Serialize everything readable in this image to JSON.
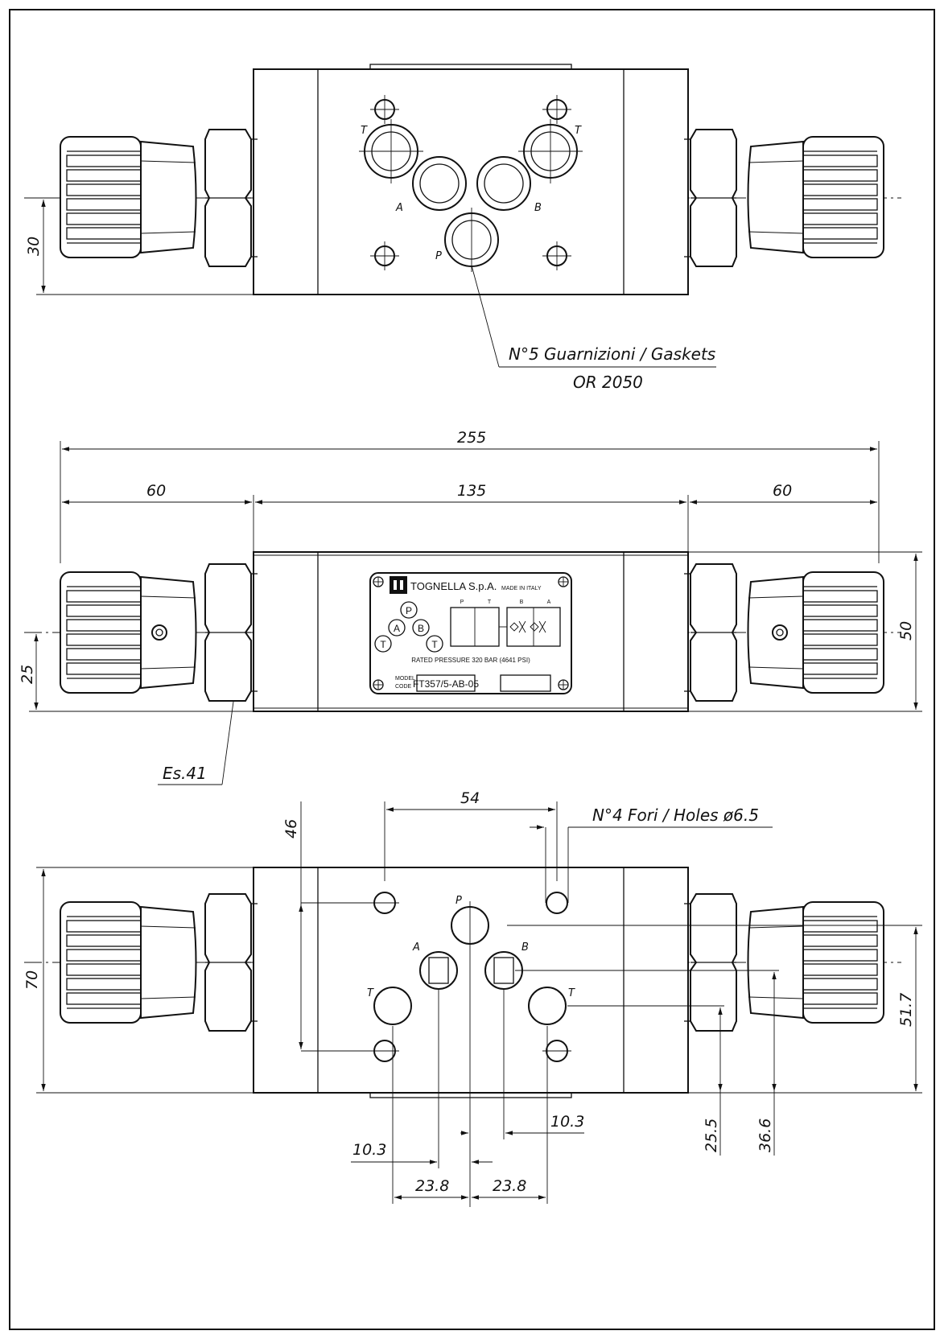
{
  "top_view": {
    "dim_height": "30",
    "port_labels": {
      "t_left": "T",
      "t_right": "T",
      "a": "A",
      "b": "B",
      "p": "P"
    },
    "gasket_note_line1": "N°5 Guarnizioni / Gaskets",
    "gasket_note_line2": "OR 2050"
  },
  "front_view": {
    "dim_total": "255",
    "dim_left": "60",
    "dim_center": "135",
    "dim_right": "60",
    "dim_height": "50",
    "dim_axis": "25",
    "hex_note": "Es.41",
    "nameplate": {
      "brand": "TOGNELLA S.p.A.",
      "origin": "MADE IN ITALY",
      "circle_labels": [
        "T",
        "A",
        "P",
        "B",
        "T"
      ],
      "symbol_ports": [
        "P",
        "T",
        "B",
        "A"
      ],
      "rated_pressure": "RATED PRESSURE 320 BAR (4641 PSI)",
      "model_label_1": "MODEL",
      "model_label_2": "CODE",
      "model_code": "FT357/5-AB-05"
    }
  },
  "bottom_view": {
    "dim_54": "54",
    "dim_46": "46",
    "holes_note": "N°4 Fori / Holes ø6.5",
    "dim_70": "70",
    "dim_51_7": "51.7",
    "dim_25_5": "25.5",
    "dim_36_6": "36.6",
    "dim_10_3_right": "10.3",
    "dim_10_3_left": "10.3",
    "dim_23_8_left": "23.8",
    "dim_23_8_right": "23.8",
    "port_labels": {
      "p": "P",
      "a": "A",
      "b": "B",
      "t_left": "T",
      "t_right": "T"
    }
  }
}
